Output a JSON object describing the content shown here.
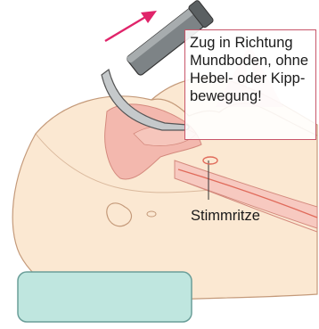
{
  "callout": {
    "lines": [
      "Zug in Richtung",
      "Mundboden, ohne",
      "Hebel- oder Kipp-",
      "bewegung!"
    ]
  },
  "labels": {
    "glottis": "Stimmritze"
  },
  "colors": {
    "skin": "#fbe8d2",
    "skin_outline": "#c49a7a",
    "airway": "#f3b8ae",
    "trachea_line": "#e06a5a",
    "pillow": "#bfe6df",
    "pillow_outline": "#6a9e99",
    "blade": "#9aa0a3",
    "handle": "#5b6062",
    "arrow": "#e0246a",
    "callout_border": "#c8566a",
    "warning": "#f2b8c4"
  }
}
